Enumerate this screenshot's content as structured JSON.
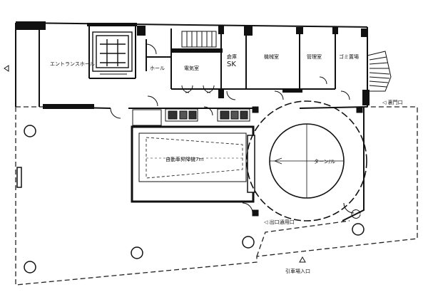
{
  "labels": {
    "entrance_hall": "エントランスホール",
    "hall": "ホール",
    "electrical_room": "電気室",
    "sk": "SK",
    "sk_prefix": "倉庫",
    "machine_room": "機械室",
    "manager_room": "管理室",
    "garbage_room": "ゴミ置場",
    "back_gate": "◁ 裏門口",
    "car_lift": "自動車昇降機7m",
    "turntable": "ターン/ル",
    "exit_gate": "◁ 出口通用口",
    "vehicle_entrance": "引車場入口"
  },
  "icons": {
    "left_marker": "triangle-left-icon",
    "entrance_marker": "triangle-up-icon"
  }
}
